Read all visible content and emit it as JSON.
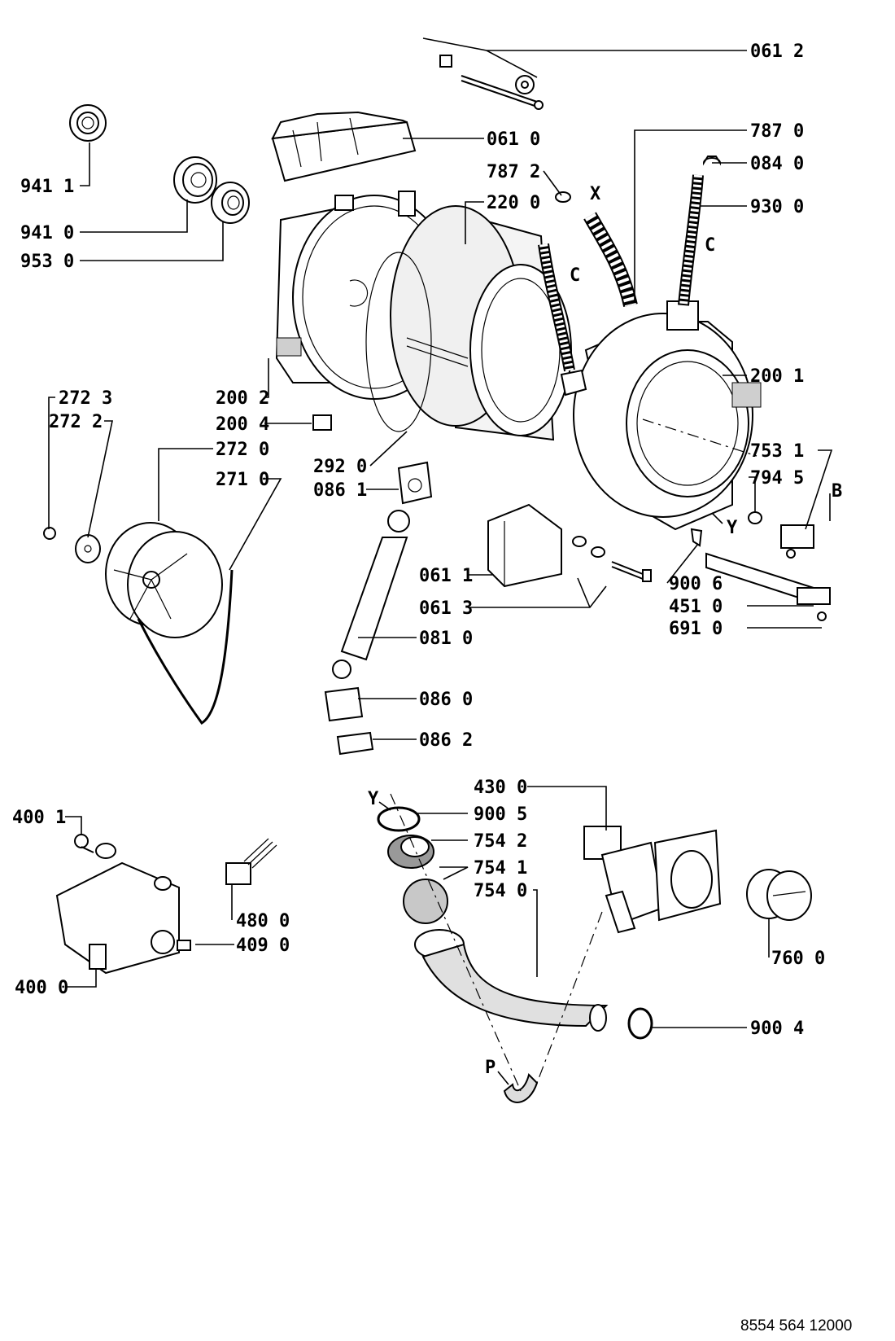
{
  "labels": {
    "p0612": "061 2",
    "p0610": "061 0",
    "p7870": "787 0",
    "p0840": "084 0",
    "p7872": "787 2",
    "p2200": "220 0",
    "p9300": "930 0",
    "p9411": "941 1",
    "p9410": "941 0",
    "p9530": "953 0",
    "p2002": "200 2",
    "p2001": "200 1",
    "p2723": "272 3",
    "p2722": "272 2",
    "p2004": "200 4",
    "p7531": "753 1",
    "p2720": "272 0",
    "p2920": "292 0",
    "p7945": "794 5",
    "p2710": "271 0",
    "p0861": "086 1",
    "p0611": "061 1",
    "p9006": "900 6",
    "p0613": "061 3",
    "p4510": "451 0",
    "p6910": "691 0",
    "p0810": "081 0",
    "p0860": "086 0",
    "p0862": "086 2",
    "p4300": "430 0",
    "p9005": "900 5",
    "p7542": "754 2",
    "p7541": "754 1",
    "p7540": "754 0",
    "p4001": "400 1",
    "p4800": "480 0",
    "p4090": "409 0",
    "p4000": "400 0",
    "p7600": "760 0",
    "p9004": "900 4"
  },
  "markers": {
    "x": "X",
    "c1": "C",
    "c2": "C",
    "b": "B",
    "y1": "Y",
    "y2": "Y",
    "p": "P"
  },
  "document_number": "8554 564 12000"
}
